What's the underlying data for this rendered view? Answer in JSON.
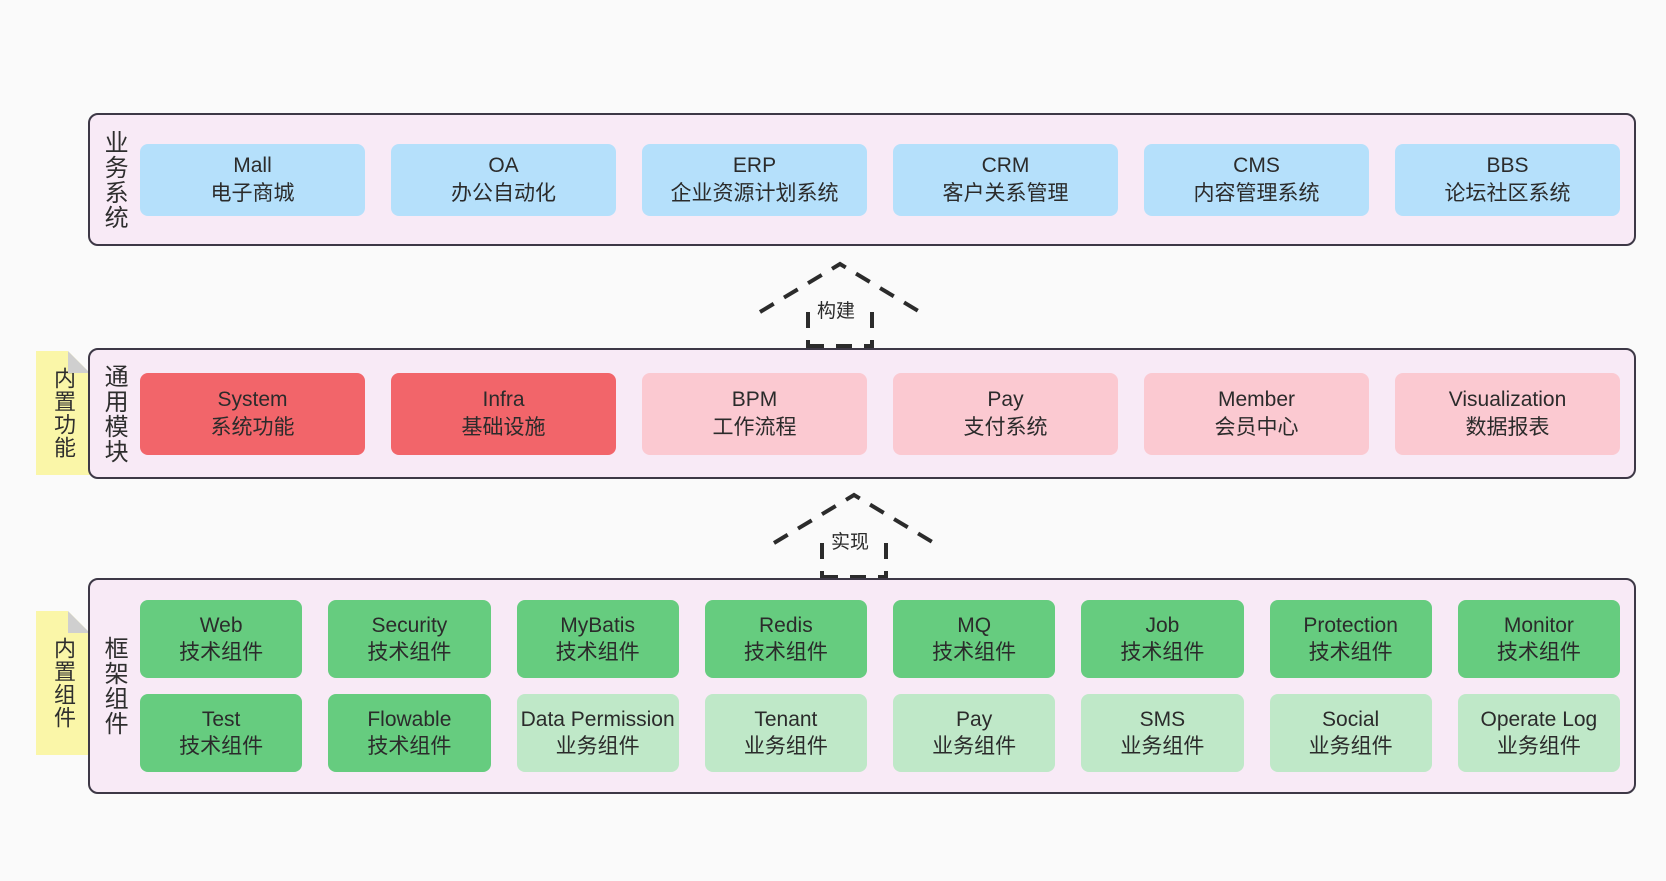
{
  "diagram": {
    "title_note": "ruoyi-vue-pro architecture layers",
    "colors": {
      "layer_background": "#f8eaf6",
      "layer_border": "#3d3846",
      "business_card": "#b5e0fb",
      "module_core": "#f2656a",
      "module_optional": "#fbc9d1",
      "component_tech": "#66cc7f",
      "component_business": "#bfe8c8",
      "sticky_note": "#faf6a8",
      "canvas": "#fafafa"
    }
  },
  "layers": {
    "business": {
      "title": "业务系统",
      "cards": [
        {
          "title": "Mall",
          "subtitle": "电子商城"
        },
        {
          "title": "OA",
          "subtitle": "办公自动化"
        },
        {
          "title": "ERP",
          "subtitle": "企业资源计划系统"
        },
        {
          "title": "CRM",
          "subtitle": "客户关系管理"
        },
        {
          "title": "CMS",
          "subtitle": "内容管理系统"
        },
        {
          "title": "BBS",
          "subtitle": "论坛社区系统"
        }
      ]
    },
    "common": {
      "title": "通用模块",
      "sticky": "内置功能",
      "cards": [
        {
          "title": "System",
          "subtitle": "系统功能",
          "style": "c-red"
        },
        {
          "title": "Infra",
          "subtitle": "基础设施",
          "style": "c-red"
        },
        {
          "title": "BPM",
          "subtitle": "工作流程",
          "style": "c-pink"
        },
        {
          "title": "Pay",
          "subtitle": "支付系统",
          "style": "c-pink"
        },
        {
          "title": "Member",
          "subtitle": "会员中心",
          "style": "c-pink"
        },
        {
          "title": "Visualization",
          "subtitle": "数据报表",
          "style": "c-pink"
        }
      ]
    },
    "framework": {
      "title": "框架组件",
      "sticky": "内置组件",
      "row1": [
        {
          "title": "Web",
          "subtitle": "技术组件"
        },
        {
          "title": "Security",
          "subtitle": "技术组件"
        },
        {
          "title": "MyBatis",
          "subtitle": "技术组件"
        },
        {
          "title": "Redis",
          "subtitle": "技术组件"
        },
        {
          "title": "MQ",
          "subtitle": "技术组件"
        },
        {
          "title": "Job",
          "subtitle": "技术组件"
        },
        {
          "title": "Protection",
          "subtitle": "技术组件"
        },
        {
          "title": "Monitor",
          "subtitle": "技术组件"
        }
      ],
      "row2": [
        {
          "title": "Test",
          "subtitle": "技术组件",
          "style": "c-green"
        },
        {
          "title": "Flowable",
          "subtitle": "技术组件",
          "style": "c-green"
        },
        {
          "title": "Data Permission",
          "subtitle": "业务组件",
          "style": "c-green-light"
        },
        {
          "title": "Tenant",
          "subtitle": "业务组件",
          "style": "c-green-light"
        },
        {
          "title": "Pay",
          "subtitle": "业务组件",
          "style": "c-green-light"
        },
        {
          "title": "SMS",
          "subtitle": "业务组件",
          "style": "c-green-light"
        },
        {
          "title": "Social",
          "subtitle": "业务组件",
          "style": "c-green-light"
        },
        {
          "title": "Operate Log",
          "subtitle": "业务组件",
          "style": "c-green-light"
        }
      ]
    }
  },
  "connectors": [
    {
      "name": "build",
      "label": "构建",
      "from": "通用模块",
      "to": "业务系统",
      "style": "dashed-generalization"
    },
    {
      "name": "implement",
      "label": "实现",
      "from": "框架组件",
      "to": "通用模块",
      "style": "dashed-generalization"
    }
  ]
}
